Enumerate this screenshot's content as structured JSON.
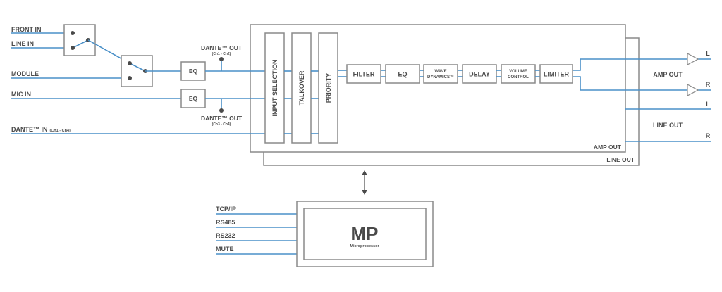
{
  "inputs": {
    "front_in": "FRONT IN",
    "line_in": "LINE IN",
    "module": "MODULE",
    "mic_in": "MIC IN",
    "dante_in": "DANTE™ IN",
    "dante_in_sub": "(Ch1 - Ch4)"
  },
  "eq_blocks": [
    "EQ",
    "EQ"
  ],
  "dante_outs": [
    {
      "label": "DANTE™ OUT",
      "sub": "(Ch1 - Ch2)"
    },
    {
      "label": "DANTE™ OUT",
      "sub": "(Ch3 - Ch4)"
    }
  ],
  "routing_columns": [
    "INPUT SELECTION",
    "TALKOVER",
    "PRIORITY"
  ],
  "dsp_chain": [
    {
      "line1": "FILTER",
      "line2": ""
    },
    {
      "line1": "EQ",
      "line2": ""
    },
    {
      "line1": "WAVE",
      "line2": "DYNAMICS™"
    },
    {
      "line1": "DELAY",
      "line2": ""
    },
    {
      "line1": "VOLUME",
      "line2": "CONTROL"
    },
    {
      "line1": "LIMITER",
      "line2": ""
    }
  ],
  "box_labels": {
    "amp_out": "AMP OUT",
    "line_out": "LINE OUT"
  },
  "outputs": {
    "amp_out": "AMP OUT",
    "line_out": "LINE OUT",
    "left": "L",
    "right": "R"
  },
  "microprocessor": {
    "title": "MP",
    "subtitle": "Microprocessor",
    "interfaces": [
      "TCP/IP",
      "RS485",
      "RS232",
      "MUTE"
    ]
  }
}
